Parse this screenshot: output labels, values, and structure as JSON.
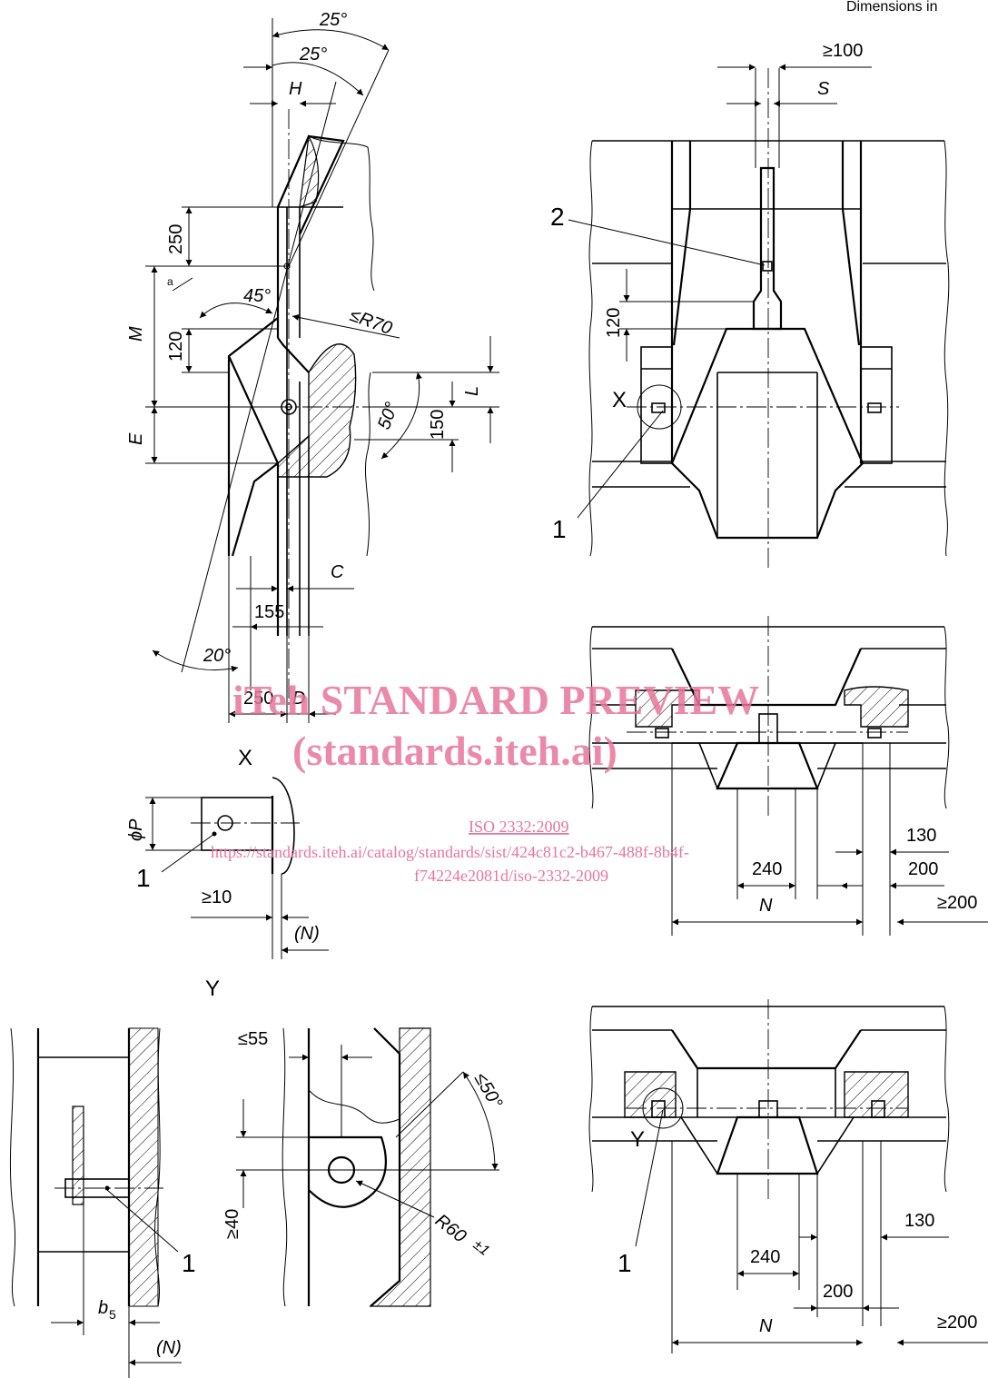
{
  "header": {
    "units_note": "Dimensions in"
  },
  "watermark": {
    "title": "iTeh STANDARD PREVIEW",
    "subtitle": "(standards.iteh.ai)",
    "doc_link": "ISO 2332:2009",
    "url_line1": "https://standards.iteh.ai/catalog/standards/sist/424c81c2-b467-488f-8b4f-",
    "url_line2": "f74224e2081d/iso-2332-2009"
  },
  "view_labels": {
    "detail_x": "X",
    "detail_y": "Y"
  },
  "side_view": {
    "dims": {
      "angle_outer": "25°",
      "angle_inner": "25°",
      "H": "H",
      "d250": "250",
      "a_note": "a",
      "angle_45": "45°",
      "M": "M",
      "d120": "120",
      "r70": "≤R70",
      "E": "E",
      "L": "L",
      "angle_50": "50°",
      "d150": "150",
      "C": "C",
      "d155": "155",
      "angle_20": "20°",
      "d250b": "250",
      "D": "D"
    }
  },
  "front_view": {
    "dims": {
      "ge100": "≥100",
      "S": "S",
      "d120": "120",
      "X": "X"
    },
    "callouts": {
      "c1": "1",
      "c2": "2"
    }
  },
  "plan_upper": {
    "dims": {
      "d130": "130",
      "d240": "240",
      "d200": "200",
      "N": "N",
      "ge200": "≥200"
    }
  },
  "detail_x": {
    "dims": {
      "phiP": "ϕP",
      "ge10": "≥10",
      "N": "(N)"
    },
    "callouts": {
      "c1": "1"
    }
  },
  "detail_y_left": {
    "dims": {
      "b5": "b",
      "b5_sub": "5",
      "N": "(N)"
    },
    "callouts": {
      "c1": "1"
    }
  },
  "detail_y_right": {
    "dims": {
      "le55": "≤55",
      "le50": "≤50°",
      "ge40": "≥40",
      "r60": "R60",
      "tol": "±1"
    }
  },
  "plan_lower": {
    "dims": {
      "Y": "Y",
      "d130": "130",
      "d240": "240",
      "d200": "200",
      "N": "N",
      "ge200": "≥200"
    },
    "callouts": {
      "c1": "1"
    }
  }
}
